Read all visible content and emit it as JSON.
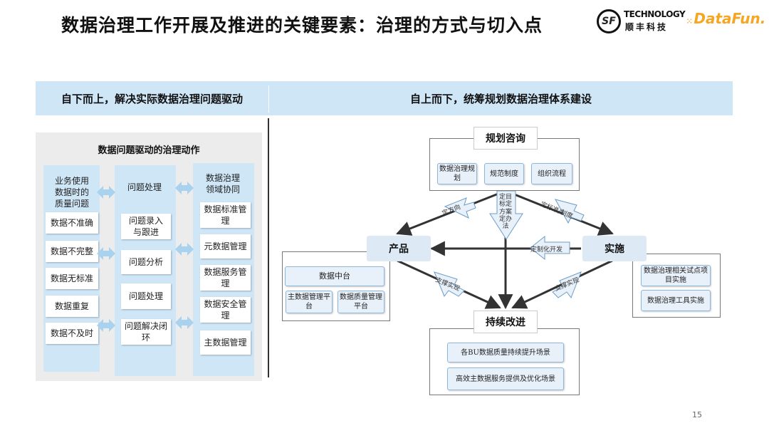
{
  "title": "数据治理工作开展及推进的关键要素：治理的方式与切入点",
  "logos": {
    "sf_mark": "SF",
    "sf_technology": "TECHNOLOGY",
    "sf_cn": "顺丰科技",
    "datafun": "DataFun."
  },
  "band": {
    "left": "自下而上，解决实际数据治理问题驱动",
    "right": "自上而下，统筹规划数据治理体系建设"
  },
  "left_panel": {
    "title": "数据问题驱动的治理动作",
    "col1": {
      "header": "业务使用数据时的质量问题",
      "items": [
        "数据不准确",
        "数据不完整",
        "数据无标准",
        "数据重复",
        "数据不及时"
      ]
    },
    "col2": {
      "header": "问题处理",
      "items": [
        "问题录入与跟进",
        "问题分析",
        "问题处理",
        "问题解决闭环"
      ]
    },
    "col3": {
      "header": "数据治理领域协同",
      "items": [
        "数据标准管理",
        "元数据管理",
        "数据服务管理",
        "数据安全管理",
        "主数据管理"
      ]
    }
  },
  "right_panel": {
    "planning": {
      "label": "规划咨询",
      "items": [
        "数据治理规划",
        "规范制度",
        "组织流程"
      ]
    },
    "product": {
      "label": "产品",
      "platform": "数据中台",
      "items": [
        "主数据管理平台",
        "数据质量管理平台"
      ]
    },
    "implement": {
      "label": "实施",
      "items": [
        "数据治理相关试点项目实施",
        "数据治理工具实施"
      ]
    },
    "improve": {
      "label": "持续改进",
      "items": [
        "各BU数据质量持续提升场景",
        "高效主数据服务提供及优化场景"
      ]
    },
    "arrows": {
      "to_product": "定方向",
      "down": "定目标定方案定办法",
      "to_implement": "定标准/制度",
      "custom_dev": "定制化开发",
      "support_left": "支撑实现",
      "support_right": "支撑实现"
    }
  },
  "page_number": "15"
}
